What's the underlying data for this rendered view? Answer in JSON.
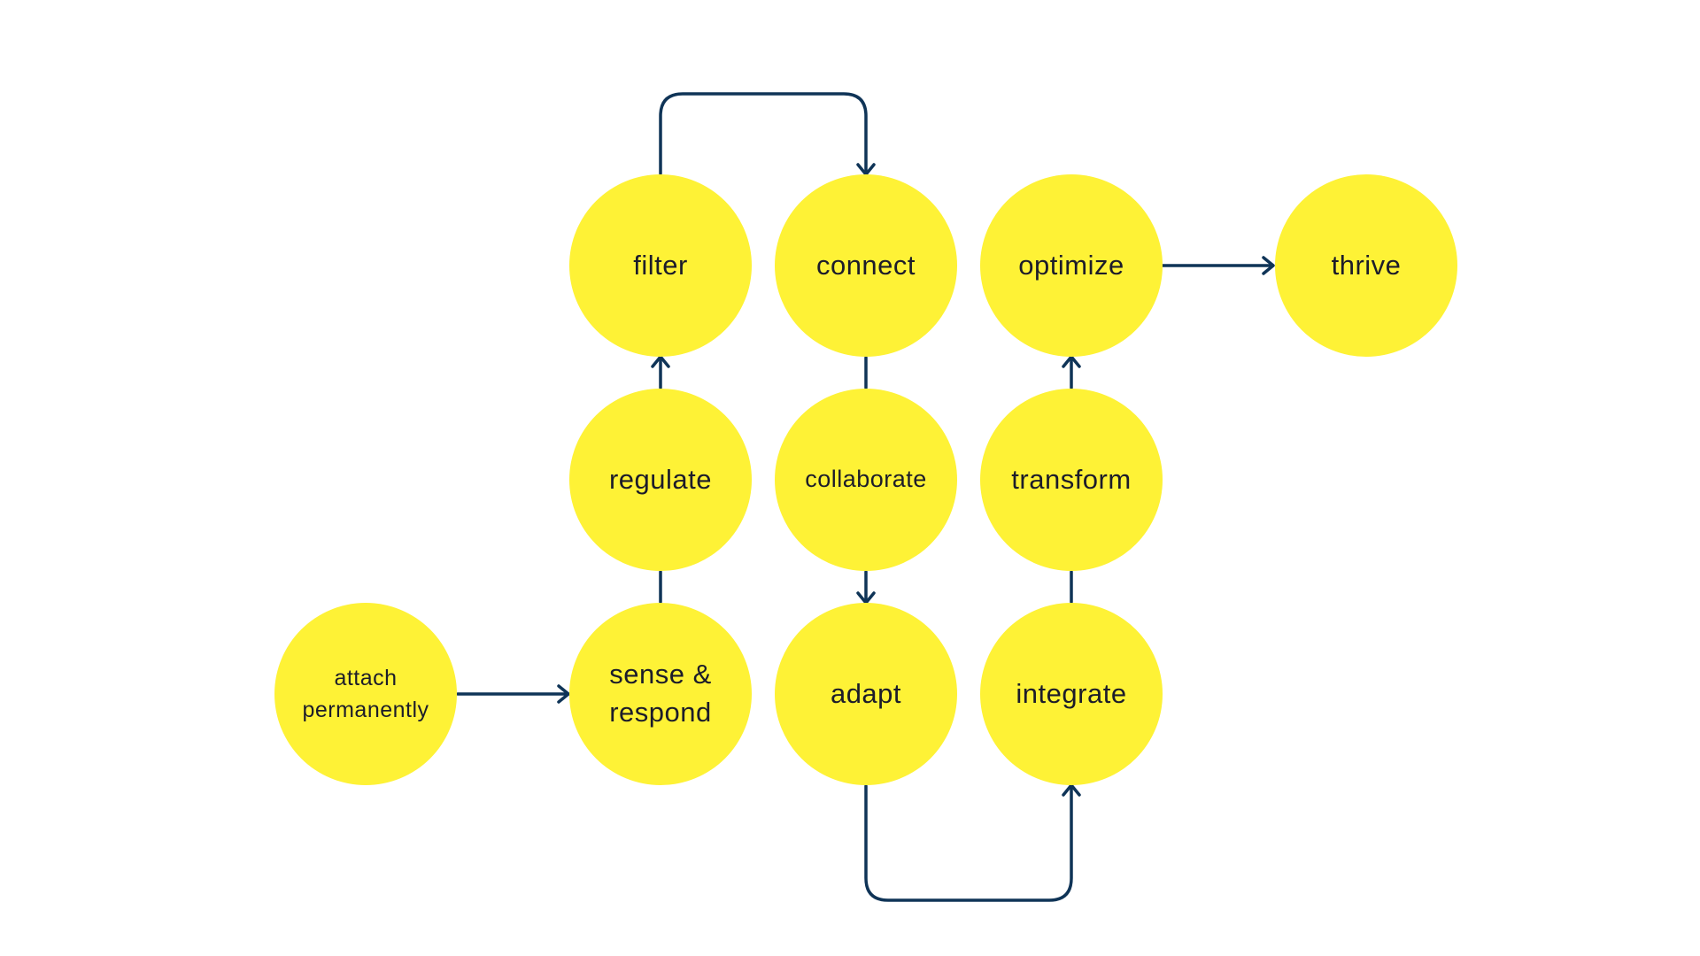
{
  "colors": {
    "node_fill": "#fef236",
    "connector": "#0f3457",
    "text": "#1c1c2a",
    "background": "#ffffff"
  },
  "nodes": {
    "attach_permanently": "attach\npermanently",
    "sense_respond": "sense &\nrespond",
    "regulate": "regulate",
    "filter": "filter",
    "connect": "connect",
    "collaborate": "collaborate",
    "adapt": "adapt",
    "integrate": "integrate",
    "transform": "transform",
    "optimize": "optimize",
    "thrive": "thrive"
  },
  "edges": [
    {
      "from": "attach permanently",
      "to": "sense & respond",
      "style": "arrow"
    },
    {
      "from": "sense & respond",
      "to": "regulate",
      "style": "line"
    },
    {
      "from": "regulate",
      "to": "filter",
      "style": "arrow"
    },
    {
      "from": "filter",
      "to": "connect",
      "style": "arrow"
    },
    {
      "from": "connect",
      "to": "collaborate",
      "style": "line"
    },
    {
      "from": "collaborate",
      "to": "adapt",
      "style": "arrow"
    },
    {
      "from": "adapt",
      "to": "integrate",
      "style": "arrow"
    },
    {
      "from": "integrate",
      "to": "transform",
      "style": "line"
    },
    {
      "from": "transform",
      "to": "optimize",
      "style": "arrow"
    },
    {
      "from": "optimize",
      "to": "thrive",
      "style": "arrow"
    }
  ]
}
